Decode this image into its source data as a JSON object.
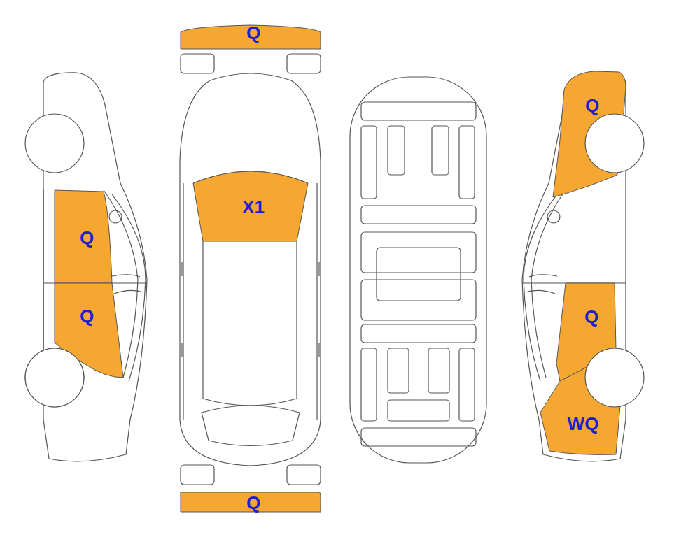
{
  "diagram": {
    "nodes": [
      {
        "text": [
          "Q"
        ]
      },
      {
        "text": [
          "X1"
        ]
      },
      {
        "text": [
          "Q"
        ]
      },
      {
        "text": [
          "Q"
        ]
      },
      {
        "text": [
          "Q"
        ]
      },
      {
        "text": [
          "Q"
        ]
      },
      {
        "text": [
          "WQ"
        ]
      },
      {
        "text": [
          "Q"
        ]
      }
    ]
  }
}
